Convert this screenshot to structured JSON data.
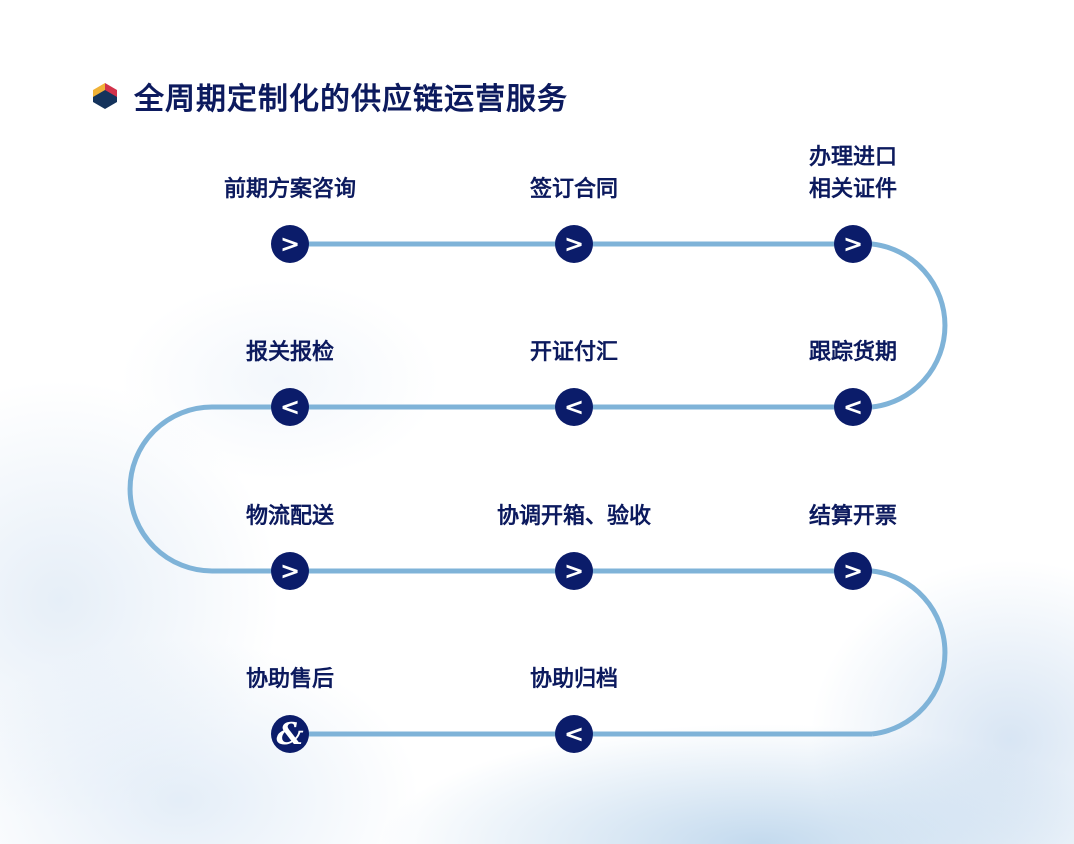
{
  "header": {
    "title": "全周期定制化的供应链运营服务",
    "logo_colors": [
      "#f0b237",
      "#d2324a",
      "#14335c"
    ]
  },
  "colors": {
    "node": "#0b1c6a",
    "path": "#7fb3d8",
    "text": "#0c1a5e"
  },
  "steps": [
    {
      "label": "前期方案咨询",
      "icon": "chevron-right-icon",
      "glyph": ">"
    },
    {
      "label": "签订合同",
      "icon": "chevron-right-icon",
      "glyph": ">"
    },
    {
      "label": "办理进口\n相关证件",
      "icon": "chevron-right-icon",
      "glyph": ">"
    },
    {
      "label": "跟踪货期",
      "icon": "chevron-left-icon",
      "glyph": "<"
    },
    {
      "label": "开证付汇",
      "icon": "chevron-left-icon",
      "glyph": "<"
    },
    {
      "label": "报关报检",
      "icon": "chevron-left-icon",
      "glyph": "<"
    },
    {
      "label": "物流配送",
      "icon": "chevron-right-icon",
      "glyph": ">"
    },
    {
      "label": "协调开箱、验收",
      "icon": "chevron-right-icon",
      "glyph": ">"
    },
    {
      "label": "结算开票",
      "icon": "chevron-right-icon",
      "glyph": ">"
    },
    {
      "label": "协助归档",
      "icon": "chevron-left-icon",
      "glyph": "<"
    },
    {
      "label": "协助售后",
      "icon": "ampersand-icon",
      "glyph": "&"
    }
  ]
}
